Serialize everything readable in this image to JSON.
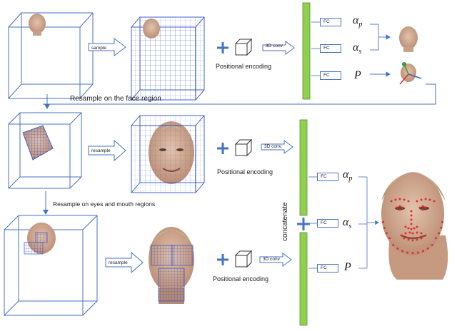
{
  "labels": {
    "sample": "sample",
    "resample": "resample",
    "conv3d": "3D conv.",
    "positional_encoding": "Positional encoding",
    "resample_face": "Resample on the face region",
    "resample_eyes_mouth": "Resample on eyes and mouth regions",
    "concatenate": "concatenate",
    "fc": "FC"
  },
  "params": {
    "alpha_p": "α",
    "alpha_p_sub": "p",
    "alpha_s": "α",
    "alpha_s_sub": "s",
    "pose": "P"
  },
  "colors": {
    "cube_line": "#4472c4",
    "grid": "#2c4fd0",
    "feature_bar": "#8fd14f",
    "arrow": "#4472c4",
    "landmark": "#e03030"
  },
  "icons": [
    "face-thumbnail",
    "face-grid",
    "face-landmarks",
    "pose-axes",
    "plus-icon",
    "small-cube-icon"
  ]
}
